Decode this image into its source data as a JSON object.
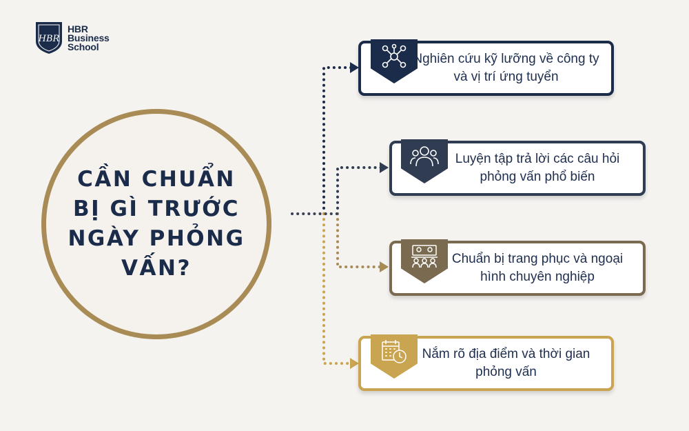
{
  "brand": {
    "monogram": "HBR",
    "name_line1": "HBR",
    "name_line2": "Business",
    "name_line3": "School"
  },
  "center": {
    "title": "CẦN CHUẨN BỊ GÌ TRƯỚC NGÀY PHỎNG VẤN?"
  },
  "items": [
    {
      "text": "Nghiên cứu kỹ lưỡng về công ty và vị trí ứng tuyển",
      "icon": "network-people-icon",
      "color": "#1b2b4a"
    },
    {
      "text": "Luyện tập trả lời các câu hỏi phỏng vấn phổ biến",
      "icon": "group-people-icon",
      "color": "#2f3c52"
    },
    {
      "text": "Chuẩn bị trang phục và ngoại hình chuyên nghiệp",
      "icon": "interview-panel-icon",
      "color": "#7a6a4f"
    },
    {
      "text": "Nắm rõ địa điểm và thời gian phỏng vấn",
      "icon": "calendar-clock-icon",
      "color": "#c9a451"
    }
  ],
  "colors": {
    "navy": "#1b2b4a",
    "gold": "#a88b55",
    "background": "#f5f3f0"
  }
}
